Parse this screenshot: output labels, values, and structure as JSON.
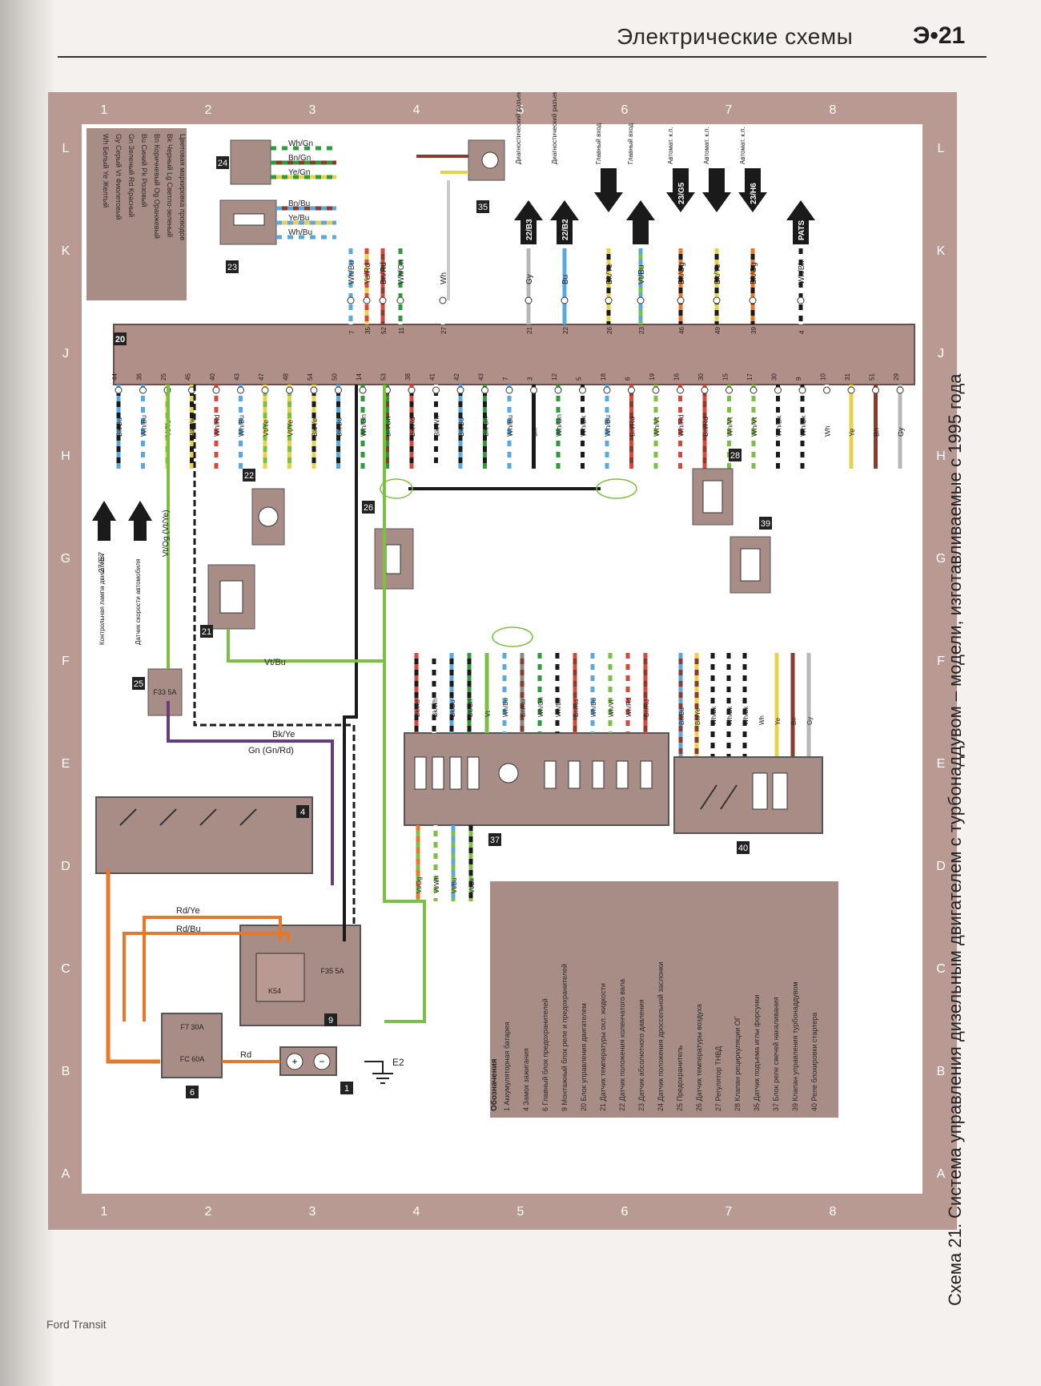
{
  "header": {
    "title": "Электрические схемы",
    "page_number": "Э•21"
  },
  "caption": "Схема 21. Система управления дизельным двигателем с турбонаддувом – модели, изготавливаемые с 1995 года",
  "footer": "Ford Transit",
  "grid": {
    "columns": [
      "1",
      "2",
      "3",
      "4",
      "5",
      "6",
      "7",
      "8"
    ],
    "rows": [
      "L",
      "K",
      "J",
      "H",
      "G",
      "F",
      "E",
      "D",
      "C",
      "B",
      "A"
    ]
  },
  "connector_20": {
    "number": "20"
  },
  "top_wires": [
    {
      "pin": "7",
      "color": "Wh/Bu"
    },
    {
      "pin": "35",
      "color": "Ye/Rd"
    },
    {
      "pin": "52",
      "color": "Bn/Rd"
    },
    {
      "pin": "11",
      "color": "Wh/Gn"
    },
    {
      "pin": "27",
      "color": "Wh"
    },
    {
      "pin": "21",
      "color": "Gy"
    },
    {
      "pin": "22",
      "color": "Bu"
    },
    {
      "pin": "26",
      "color": "Bk/Ye"
    },
    {
      "pin": "23",
      "color": "Vt/Bu"
    },
    {
      "pin": "46",
      "color": "Bk/Og"
    },
    {
      "pin": "49",
      "color": "Bk/Ye"
    },
    {
      "pin": "39",
      "color": "Bk/Og"
    },
    {
      "pin": "4",
      "color": "Wh/Bk"
    }
  ],
  "top_arrows": [
    "22/B3",
    "22/B2",
    "",
    "",
    "23/G5",
    "",
    "23/H6",
    "PATS"
  ],
  "top_arrow_labels": [
    "Диагностический разъем",
    "Диагностический разъем",
    "Главный вход",
    "Главный вход",
    "Автомат. к.п.",
    "Автомат. к.п.",
    "Автомат. к.п.",
    ""
  ],
  "bottom_wires": [
    {
      "pin": "44",
      "color": "Bk/Bu"
    },
    {
      "pin": "36",
      "color": "Wh/Bu"
    },
    {
      "pin": "25",
      "color": "Vt/Ye"
    },
    {
      "pin": "45",
      "color": "Bk/Ye"
    },
    {
      "pin": "40",
      "color": "Wh/Rd"
    },
    {
      "pin": "43",
      "color": "Wh/Bu"
    },
    {
      "pin": "47",
      "color": "Vt/Ye"
    },
    {
      "pin": "48",
      "color": "Vt/Ye"
    },
    {
      "pin": "54",
      "color": "Bk/Ye"
    },
    {
      "pin": "50",
      "color": "Bk/Bu"
    },
    {
      "pin": "14",
      "color": "Wh/Gn"
    },
    {
      "pin": "53",
      "color": "Bn/Gn"
    },
    {
      "pin": "38",
      "color": "Bk/Rd"
    },
    {
      "pin": "41",
      "color": "Bk/Wh"
    },
    {
      "pin": "42",
      "color": "Bk/Bu"
    },
    {
      "pin": "43",
      "color": "Bk/Gn"
    },
    {
      "pin": "7",
      "color": "Wh/Bu"
    },
    {
      "pin": "3",
      "color": "Bk"
    },
    {
      "pin": "12",
      "color": "Wh/Gn"
    },
    {
      "pin": "5",
      "color": "Wh/Bk"
    },
    {
      "pin": "18",
      "color": "Wh/Bu"
    },
    {
      "pin": "6",
      "color": "Bn/Rd"
    },
    {
      "pin": "19",
      "color": "Wh/Vt"
    },
    {
      "pin": "16",
      "color": "Wh/Rd"
    },
    {
      "pin": "30",
      "color": "Bn/Rd"
    },
    {
      "pin": "15",
      "color": "Wh/Vt"
    },
    {
      "pin": "17",
      "color": "Wh/Vt"
    },
    {
      "pin": "30",
      "color": "Wh/Bk"
    },
    {
      "pin": "9",
      "color": "Wh/Bk"
    },
    {
      "pin": "10",
      "color": "Wh"
    },
    {
      "pin": "31",
      "color": "Ye"
    },
    {
      "pin": "51",
      "color": "Bn"
    },
    {
      "pin": "29",
      "color": "Gy"
    }
  ],
  "components": {
    "c24": "24",
    "c23": "23",
    "c35": "35",
    "c22": "22",
    "c26": "26",
    "c21": "21",
    "c28": "28",
    "c39": "39",
    "c25": "25",
    "c37": "37",
    "c40": "40",
    "c4": "4",
    "c9": "9",
    "c6": "6",
    "c1": "1"
  },
  "sensor_24_wires": [
    "Wh/Gn",
    "Bn/Gn",
    "Ye/Gn"
  ],
  "sensor_23_wires": [
    "Bn/Bu",
    "Ye/Bu",
    "Wh/Bu"
  ],
  "sensor_35_wires": [
    "Bn",
    "Ye"
  ],
  "left_arrow": {
    "label": "27/E7",
    "text1": "Контрольная лампа двигателя",
    "text2": "Датчик скорости автомобиля"
  },
  "lower_labels": {
    "vt_og": "Vt/Og (Vt/Ye)",
    "bk_ye": "Bk/Ye",
    "gn_rd": "Gn (Gn/Rd)",
    "gn_rd2": "Gn (Gn/Rd)",
    "vt_bu": "Vt/Bu",
    "rd_ye": "Rd/Ye",
    "rd_bu": "Rd/Bu",
    "rd": "Rd",
    "e2": "E2",
    "f33": "F33 5A",
    "f35": "F35 5A",
    "f7": "F7 30A",
    "fc": "FC 60A",
    "k54": "K54"
  },
  "relay_37_wires": [
    "Bk/Rd",
    "Bk/Wh",
    "Bk/Bu",
    "Bk/Gn",
    "Vt",
    "Wh/Bu",
    "Bn/Ru",
    "Wh/Gn",
    "Wh/Bk",
    "Bn/Rd",
    "Wh/Bu",
    "Wh/Vt",
    "Wh/Rd",
    "Bn/Rd"
  ],
  "relay_37_out": [
    "Vt/Og",
    "Vt/Wh",
    "Vt/Bu",
    "Vt/Bk"
  ],
  "relay_40_wires": [
    "Bn/Bu",
    "Bn/Ye",
    "Wh/Bk",
    "Wh/Bk",
    "Wh/Bk",
    "Wh",
    "Ye",
    "Bn",
    "Gy"
  ],
  "legend_colors": [
    "Цветовая маркировка проводов",
    "Bk Черный  Lg Светло-зеленый",
    "Bn Коричневый  Og Оранжевый",
    "Bu Синий  Pk Розовый",
    "Gn Зеленый  Rd Красный",
    "Gy Серый  Vt Фиолетовый",
    "Wh Белый  Ye Желтый"
  ],
  "legend_title": "Обозначения",
  "legend_items": [
    "1  Аккумуляторная батарея",
    "4  Замок зажигания",
    "6  Главный блок предохранителей",
    "9  Монтажный блок реле и предохранителей",
    "20  Блок управления двигателем",
    "21  Датчик температуры охл. жидкости",
    "22  Датчик положения коленчатого вала",
    "23  Датчик абсолютного давления",
    "24  Датчик положения дроссельной заслонки",
    "25  Предохранитель",
    "26  Датчик температуры воздуха",
    "27  Регулятор ТНВД",
    "28  Клапан рециркуляции ОГ",
    "35  Датчик подъема иглы форсунки",
    "37  Блок реле свечей накаливания",
    "39  Клапан управления турбонаддувом",
    "40  Реле блокировки стартера"
  ],
  "wire_colors": {
    "Bk": "#1a1a1a",
    "Wh": "#ffffff",
    "Bu": "#5aa8e0",
    "Vt": "#7bc043",
    "Ye": "#e8d24a",
    "Rd": "#d9463a",
    "Bn": "#8a3b2b",
    "Gn": "#2e9a3a",
    "Gy": "#b8b8b8",
    "Og": "#e8772a"
  },
  "frame_color": "#b99a93",
  "panel_color": "#a88d87"
}
